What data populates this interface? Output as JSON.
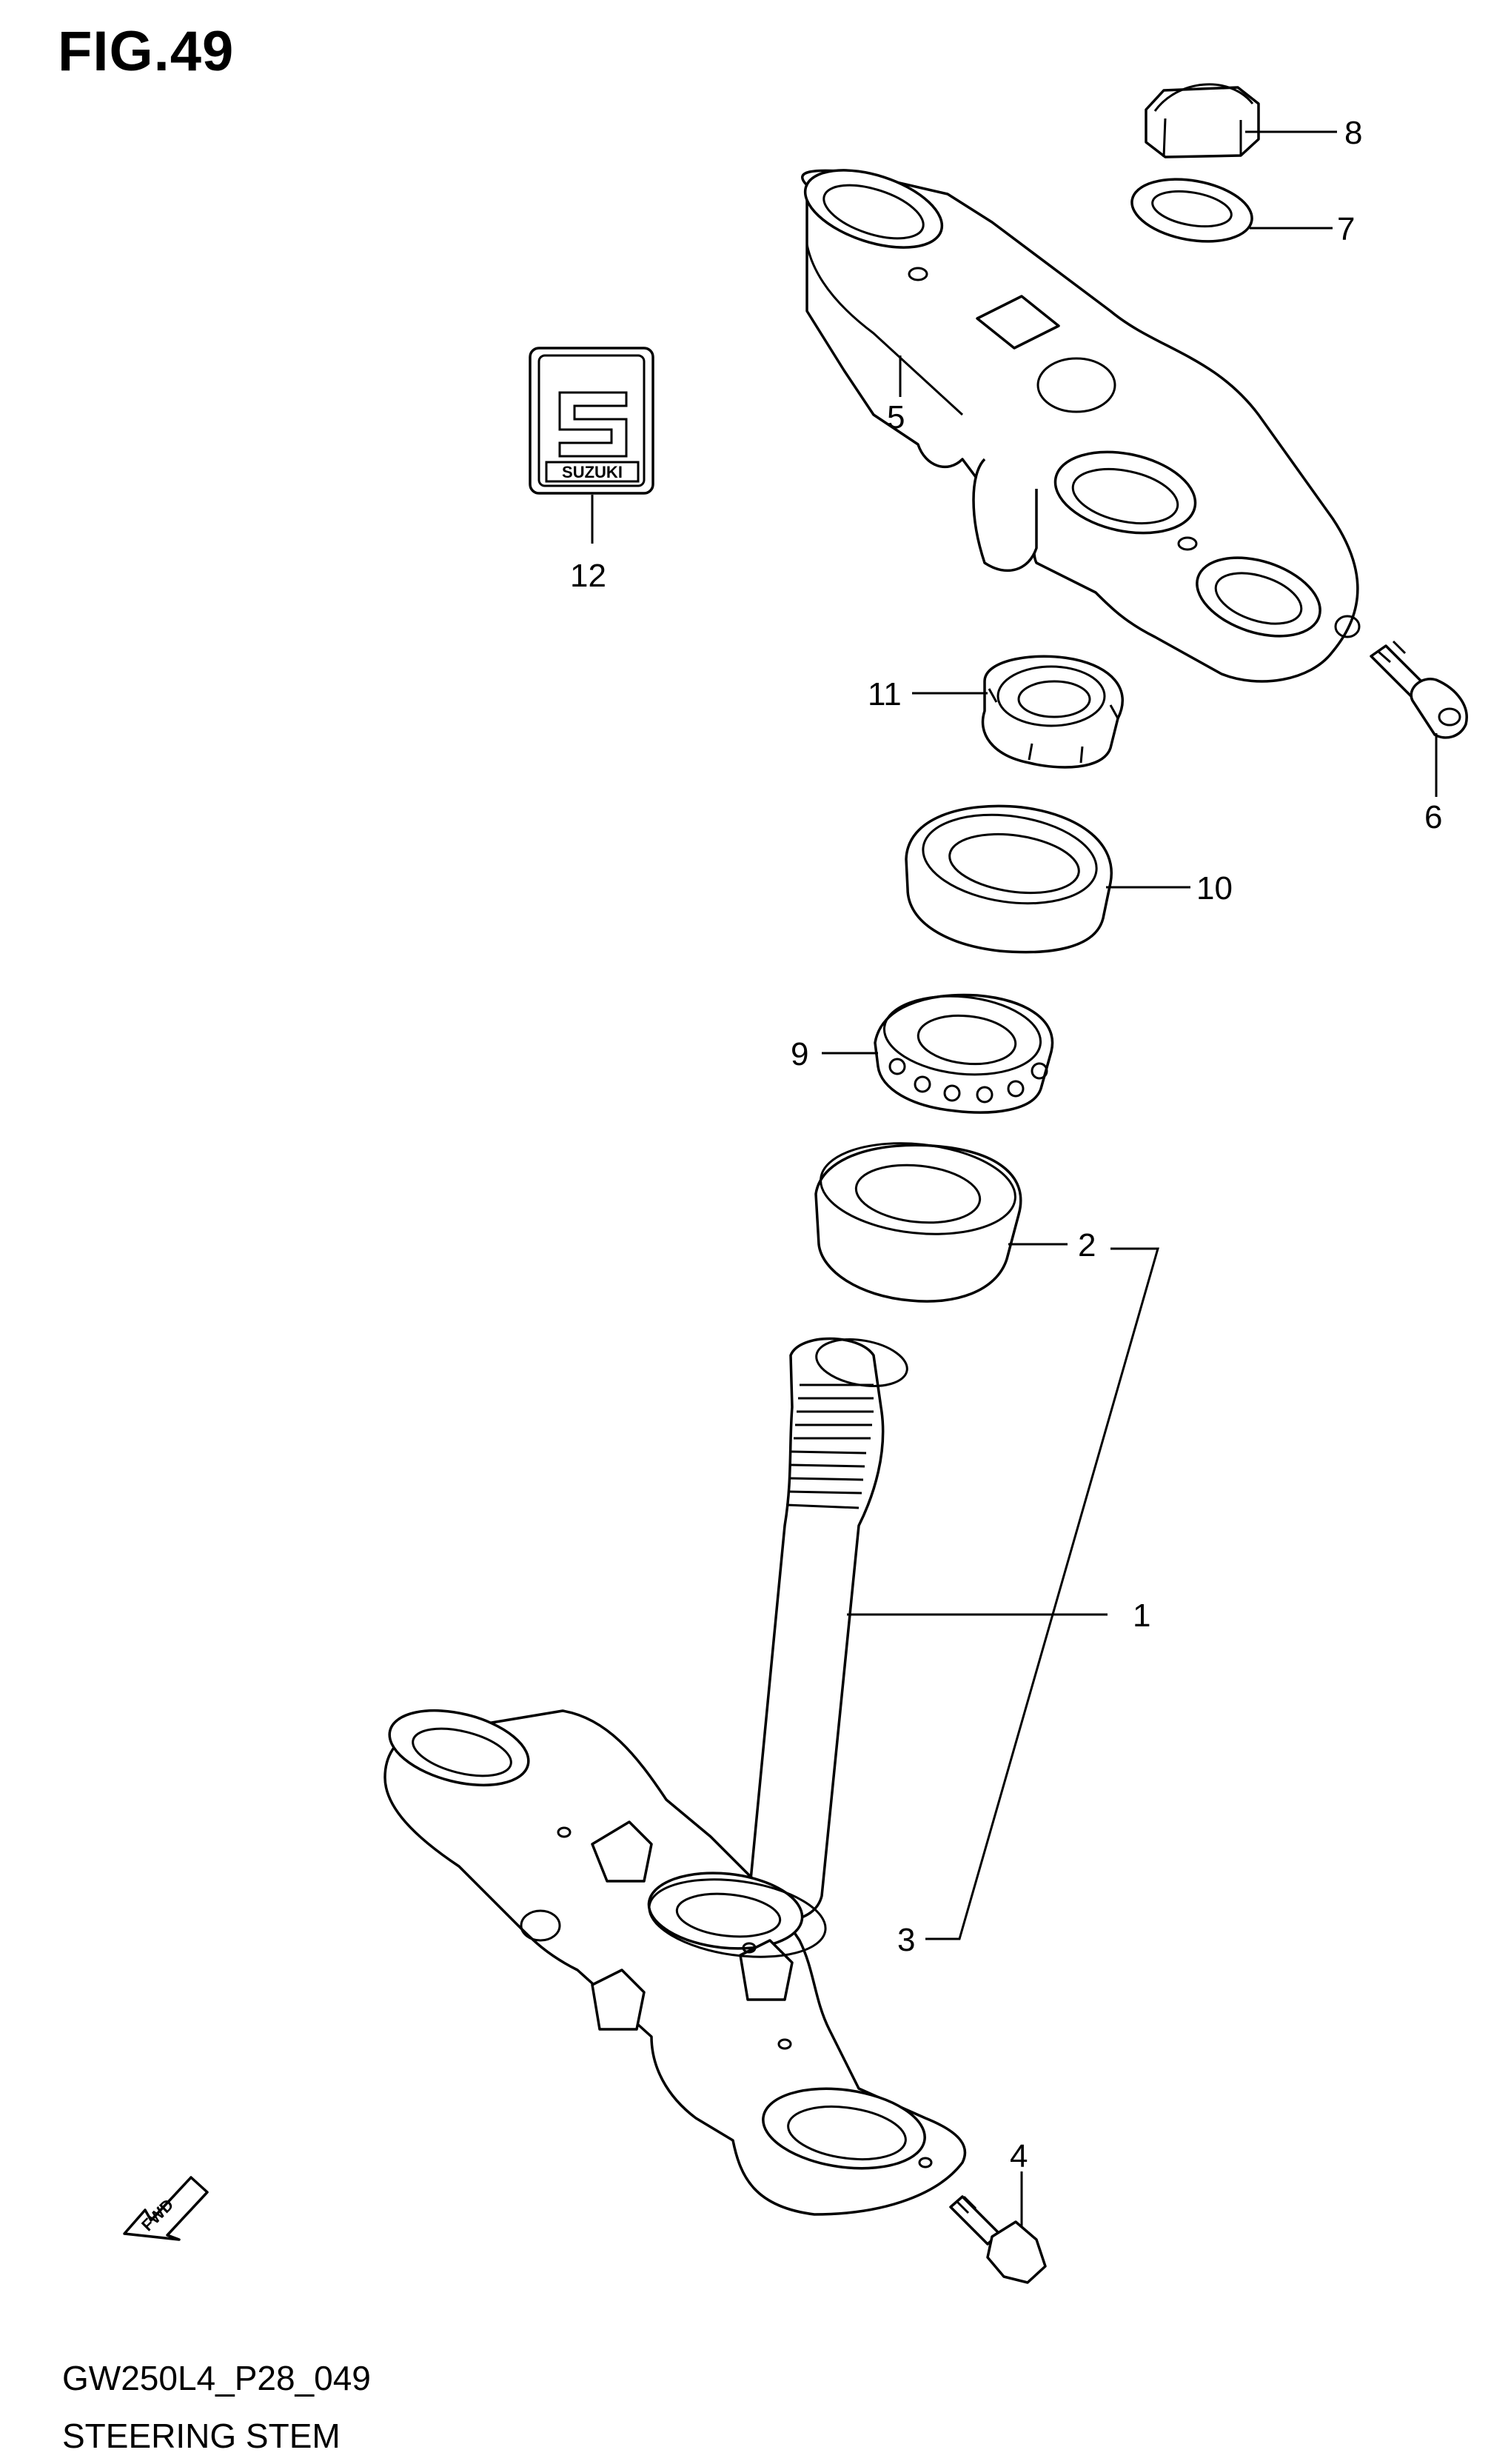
{
  "figure": {
    "title": "FIG.49"
  },
  "footer": {
    "code": "GW250L4_P28_049",
    "name": "STEERING STEM"
  },
  "badge": {
    "text": "SUZUKI"
  },
  "fwd": {
    "text": "FWD"
  },
  "callouts": [
    "1",
    "2",
    "3",
    "4",
    "5",
    "6",
    "7",
    "8",
    "9",
    "10",
    "11",
    "12"
  ]
}
